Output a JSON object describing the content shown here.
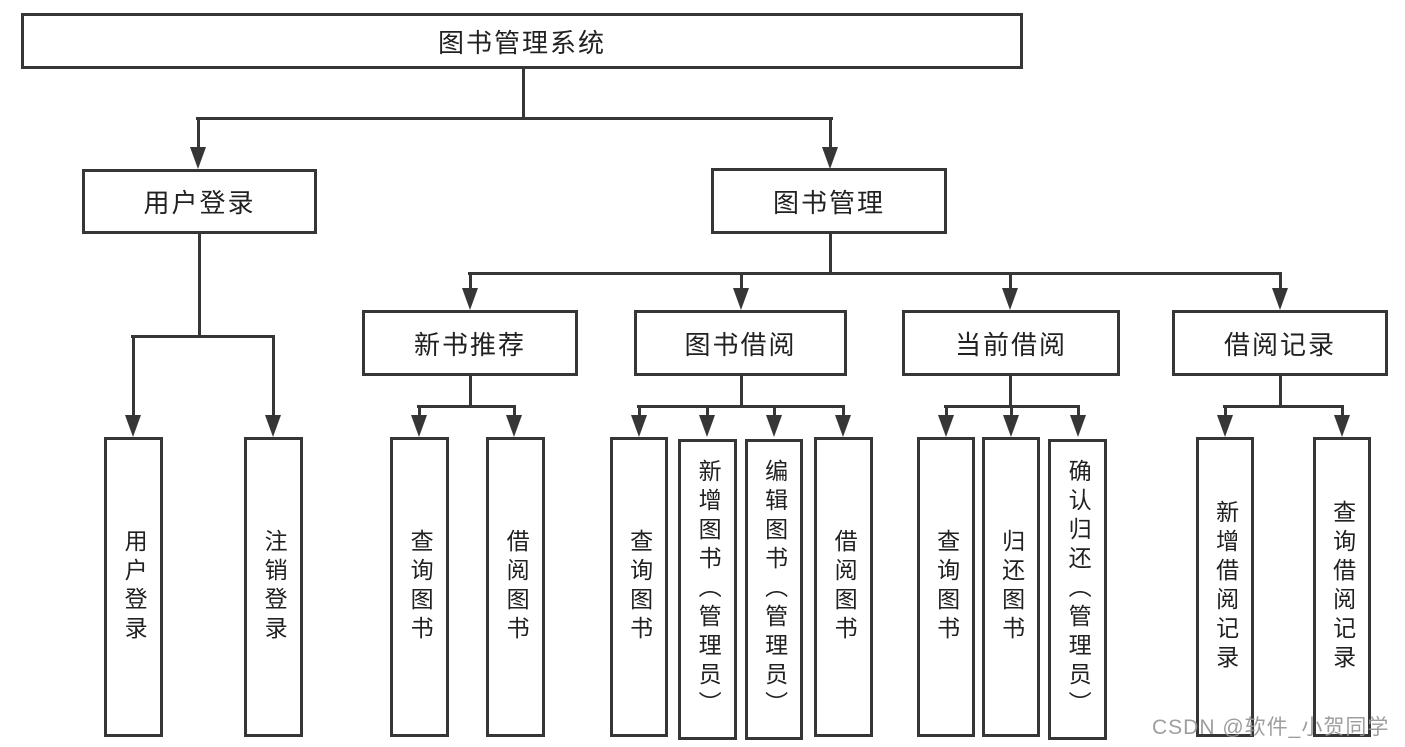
{
  "diagram_type": "hierarchy-tree",
  "watermark": "CSDN @软件_小贺同学",
  "colors": {
    "line": "#363636",
    "text": "#212121",
    "background": "#ffffff",
    "watermark": "#949494"
  },
  "tree": {
    "root": {
      "label": "图书管理系统"
    },
    "level2": [
      {
        "label": "用户登录",
        "children": [
          {
            "label": "用户登录"
          },
          {
            "label": "注销登录"
          }
        ]
      },
      {
        "label": "图书管理"
      }
    ],
    "level3": [
      {
        "label": "新书推荐",
        "children": [
          {
            "label": "查询图书"
          },
          {
            "label": "借阅图书"
          }
        ]
      },
      {
        "label": "图书借阅",
        "children": [
          {
            "label": "查询图书"
          },
          {
            "label": "新增图书（管理员）"
          },
          {
            "label": "编辑图书（管理员）"
          },
          {
            "label": "借阅图书"
          }
        ]
      },
      {
        "label": "当前借阅",
        "children": [
          {
            "label": "查询图书"
          },
          {
            "label": "归还图书"
          },
          {
            "label": "确认归还（管理员）"
          }
        ]
      },
      {
        "label": "借阅记录",
        "children": [
          {
            "label": "新增借阅记录"
          },
          {
            "label": "查询借阅记录"
          }
        ]
      }
    ]
  }
}
